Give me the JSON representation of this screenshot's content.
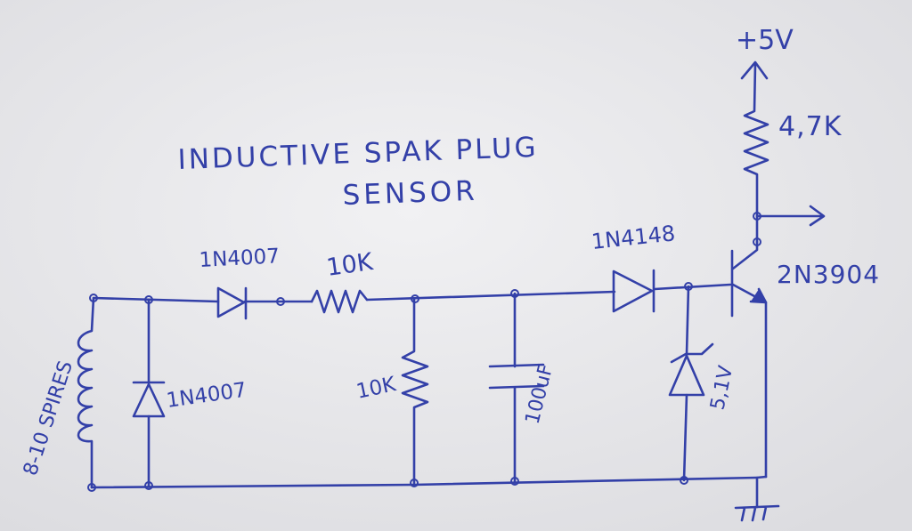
{
  "title": {
    "line1": "INDUCTIVE SPAK PLUG",
    "line2": "SENSOR"
  },
  "components": {
    "supply_label": "+5V",
    "pullup_resistor": "4,7K",
    "transistor": "2N3904",
    "signal_diode": "1N4148",
    "series_diode": "1N4007",
    "shunt_diode": "1N4007",
    "series_resistor": "10K",
    "shunt_resistor": "10K",
    "capacitor": "100uF",
    "zener": "5,1V",
    "coil_label": "8-10 SPIRES"
  },
  "colors": {
    "ink": "#3340a8",
    "paper": "#e9e9eb"
  }
}
